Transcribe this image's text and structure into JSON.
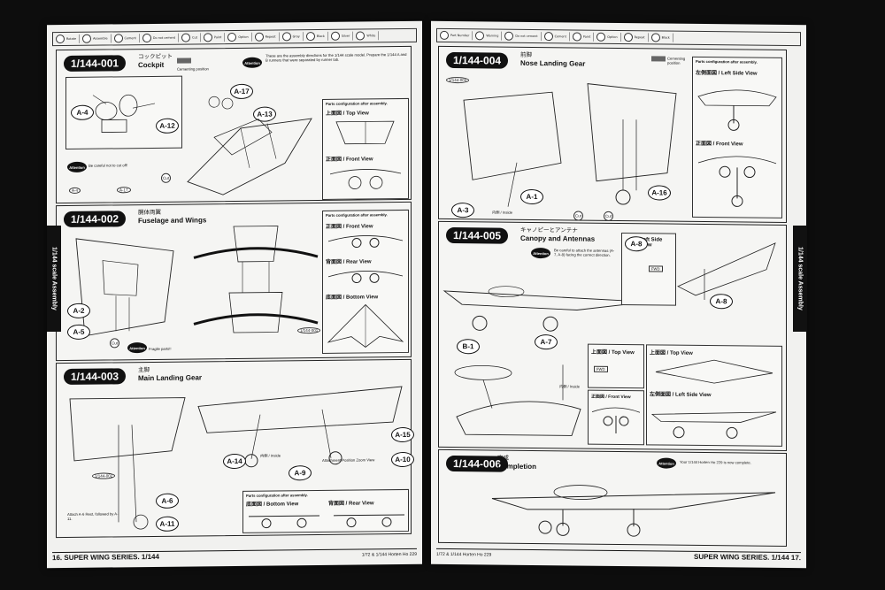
{
  "legend_left": [
    "Rotate",
    "Assemble",
    "Cement",
    "Do not cement",
    "Cut",
    "Paint",
    "Option",
    "Repeat",
    "Gray",
    "Black",
    "Silver",
    "White"
  ],
  "legend_right": [
    "Part Number",
    "Warning",
    "Do not cement",
    "Cement",
    "Paint",
    "Option",
    "Repeat",
    "Black"
  ],
  "steps": {
    "s1": {
      "num": "1/144-001",
      "jp": "コックピット",
      "en": "Cockpit",
      "callouts": [
        "A-4",
        "A-12",
        "A-17",
        "A-13"
      ],
      "cement": "Cementing position",
      "note": "These are the assembly directions for the 1/144 scale model. Prepare the 1/144 A and B runners that were separated by runner tab.",
      "attention": "Be careful not to cut off!",
      "view_header": "Parts configuration after assembly.",
      "top_view": "上面図 / Top View",
      "front_view": "正面図 / Front View"
    },
    "s2": {
      "num": "1/144-002",
      "jp": "胴体両翼",
      "en": "Fuselage and Wings",
      "callouts": [
        "A-2",
        "A-5"
      ],
      "view_header": "Parts configuration after assembly.",
      "front_view": "正面図 / Front View",
      "rear_view": "背面図 / Rear View",
      "bottom_view": "底面図 / Bottom View",
      "attention": "Fragile parts!!",
      "ref": "1/144-001"
    },
    "s3": {
      "num": "1/144-003",
      "jp": "主脚",
      "en": "Main Landing Gear",
      "callouts": [
        "A-14",
        "A-9",
        "A-15",
        "A-10",
        "A-6",
        "A-11"
      ],
      "inside": "内側 / Inside",
      "attach_zoom": "Attachment Position Zoom View",
      "note": "Attach A-6 Rest, followed by A-11.",
      "view_header": "Parts configuration after assembly.",
      "bottom_view": "底面図 / Bottom View",
      "rear_view": "背面図 / Rear View",
      "ref": "1/144-002"
    },
    "s4": {
      "num": "1/144-004",
      "jp": "前脚",
      "en": "Nose Landing Gear",
      "callouts": [
        "A-3",
        "A-1",
        "A-16"
      ],
      "cement": "Cementing position",
      "inside": "内側 / Inside",
      "view_header": "Parts configuration after assembly.",
      "left_view": "左側面図 / Left Side View",
      "front_view": "正面図 / Front View",
      "ref": "1/144-003"
    },
    "s5": {
      "num": "1/144-005",
      "jp": "キャノピーとアンテナ",
      "en": "Canopy and Antennas",
      "callouts": [
        "A-8",
        "B-1",
        "A-7",
        "A-8"
      ],
      "note": "Be careful to attach the antennas (A-7, A-8) facing the correct direction.",
      "left_side_box": "Left Side View",
      "fwd": "FWD",
      "top_view": "上面図 / Top View",
      "front_view": "正面図 / Front View",
      "left_view": "左側面図 / Left Side View",
      "inside": "内側 / Inside"
    },
    "s6": {
      "num": "1/144-006",
      "jp": "完成",
      "en": "Completion",
      "note": "Your 1/144 Horten Ho 229 is now complete."
    }
  },
  "footer_left": {
    "page": "16.",
    "series": "SUPER WING SERIES. 1/144",
    "mid": "1/72 & 1/144  Horten Ho 229"
  },
  "footer_right": {
    "page": "17.",
    "series": "SUPER WING SERIES. 1/144",
    "mid": "1/72 & 1/144  Horten Ho 229"
  },
  "side_tab": "1/144 scale Assembly",
  "cut_label": "Cut",
  "attention_label": "Attention"
}
